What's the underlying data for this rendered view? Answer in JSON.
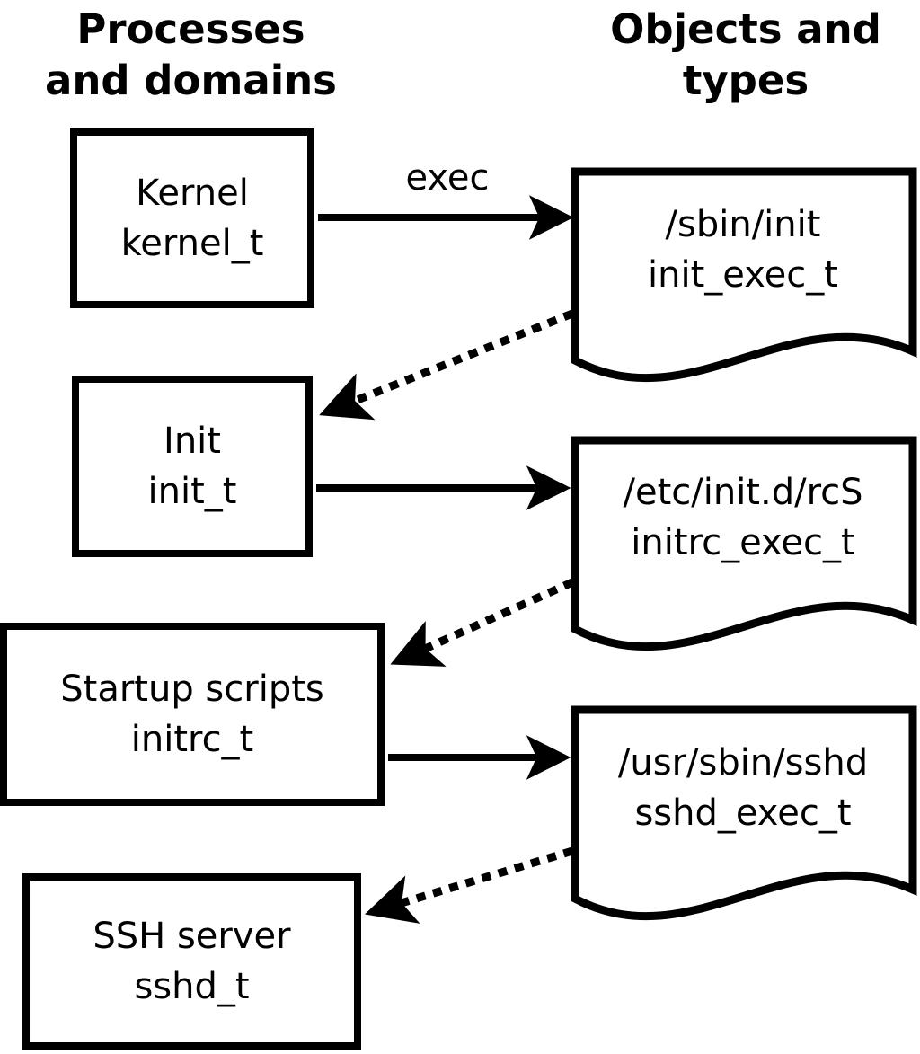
{
  "headers": {
    "left": {
      "line1": "Processes",
      "line2": "and domains"
    },
    "right": {
      "line1": "Objects and",
      "line2": "types"
    }
  },
  "process_nodes": [
    {
      "name": "Kernel",
      "domain": "kernel_t"
    },
    {
      "name": "Init",
      "domain": "init_t"
    },
    {
      "name": "Startup scripts",
      "domain": "initrc_t"
    },
    {
      "name": "SSH server",
      "domain": "sshd_t"
    }
  ],
  "object_nodes": [
    {
      "path": "/sbin/init",
      "type": "init_exec_t"
    },
    {
      "path": "/etc/init.d/rcS",
      "type": "initrc_exec_t"
    },
    {
      "path": "/usr/sbin/sshd",
      "type": "sshd_exec_t"
    }
  ],
  "edges": {
    "exec_label": "exec",
    "solid": [
      {
        "from": "kernel_t",
        "to": "init_exec_t",
        "label": "exec",
        "style": "solid"
      },
      {
        "from": "init_t",
        "to": "initrc_exec_t",
        "label": "",
        "style": "solid"
      },
      {
        "from": "initrc_t",
        "to": "sshd_exec_t",
        "label": "",
        "style": "solid"
      }
    ],
    "dotted": [
      {
        "from": "init_exec_t",
        "to": "init_t",
        "style": "dotted"
      },
      {
        "from": "initrc_exec_t",
        "to": "initrc_t",
        "style": "dotted"
      },
      {
        "from": "sshd_exec_t",
        "to": "sshd_t",
        "style": "dotted"
      }
    ]
  },
  "colors": {
    "ink": "#000000",
    "background": "#ffffff"
  }
}
